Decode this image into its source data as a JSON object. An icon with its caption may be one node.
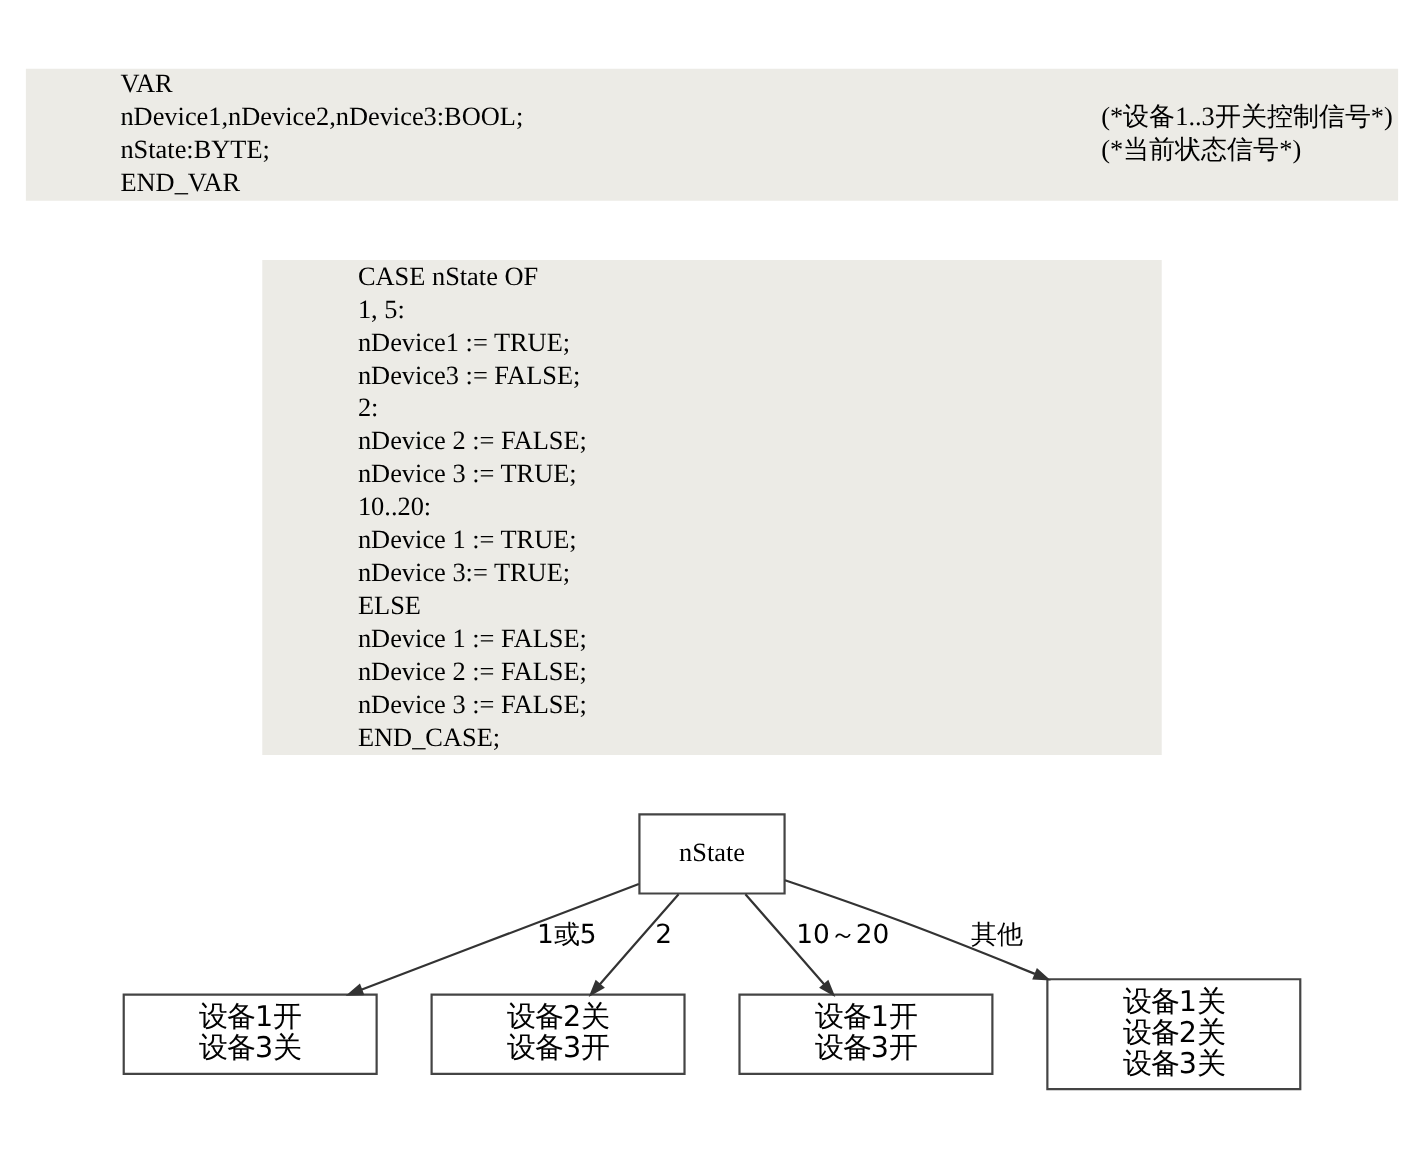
{
  "diagram": {
    "nodes": [
      {
        "text": [
          "nState"
        ]
      },
      {
        "text": [
          "设备1开",
          "设备3关"
        ]
      },
      {
        "text": [
          "设备2关",
          "设备3开"
        ]
      },
      {
        "text": [
          "设备1开",
          "设备3开"
        ]
      },
      {
        "text": [
          "设备1关",
          "设备2关",
          "设备3关"
        ]
      }
    ],
    "edges": [
      {
        "from": 0,
        "to": 1,
        "arrow": "to",
        "label": "1或5"
      },
      {
        "from": 0,
        "to": 2,
        "arrow": "to",
        "label": "2"
      },
      {
        "from": 0,
        "to": 3,
        "arrow": "to",
        "label": "10～20"
      },
      {
        "from": 0,
        "to": 4,
        "arrow": "to",
        "label": "其他"
      }
    ],
    "labels": [
      "VAR",
      "nDevice1,nDevice2,nDevice3:BOOL;",
      "(*设备1..3开关控制信号*)",
      "nState:BYTE;",
      "(*当前状态信号*)",
      "END_VAR",
      "CASE nState OF",
      "1, 5:",
      "nDevice1 := TRUE;",
      "nDevice3 := FALSE;",
      "2:",
      "nDevice 2 := FALSE;",
      "nDevice 3 := TRUE;",
      "10..20:",
      "nDevice 1 := TRUE;",
      "nDevice 3:= TRUE;",
      "ELSE",
      "nDevice 1 := FALSE;",
      "nDevice 2 := FALSE;",
      "nDevice 3 := FALSE;",
      "END_CASE;"
    ]
  }
}
